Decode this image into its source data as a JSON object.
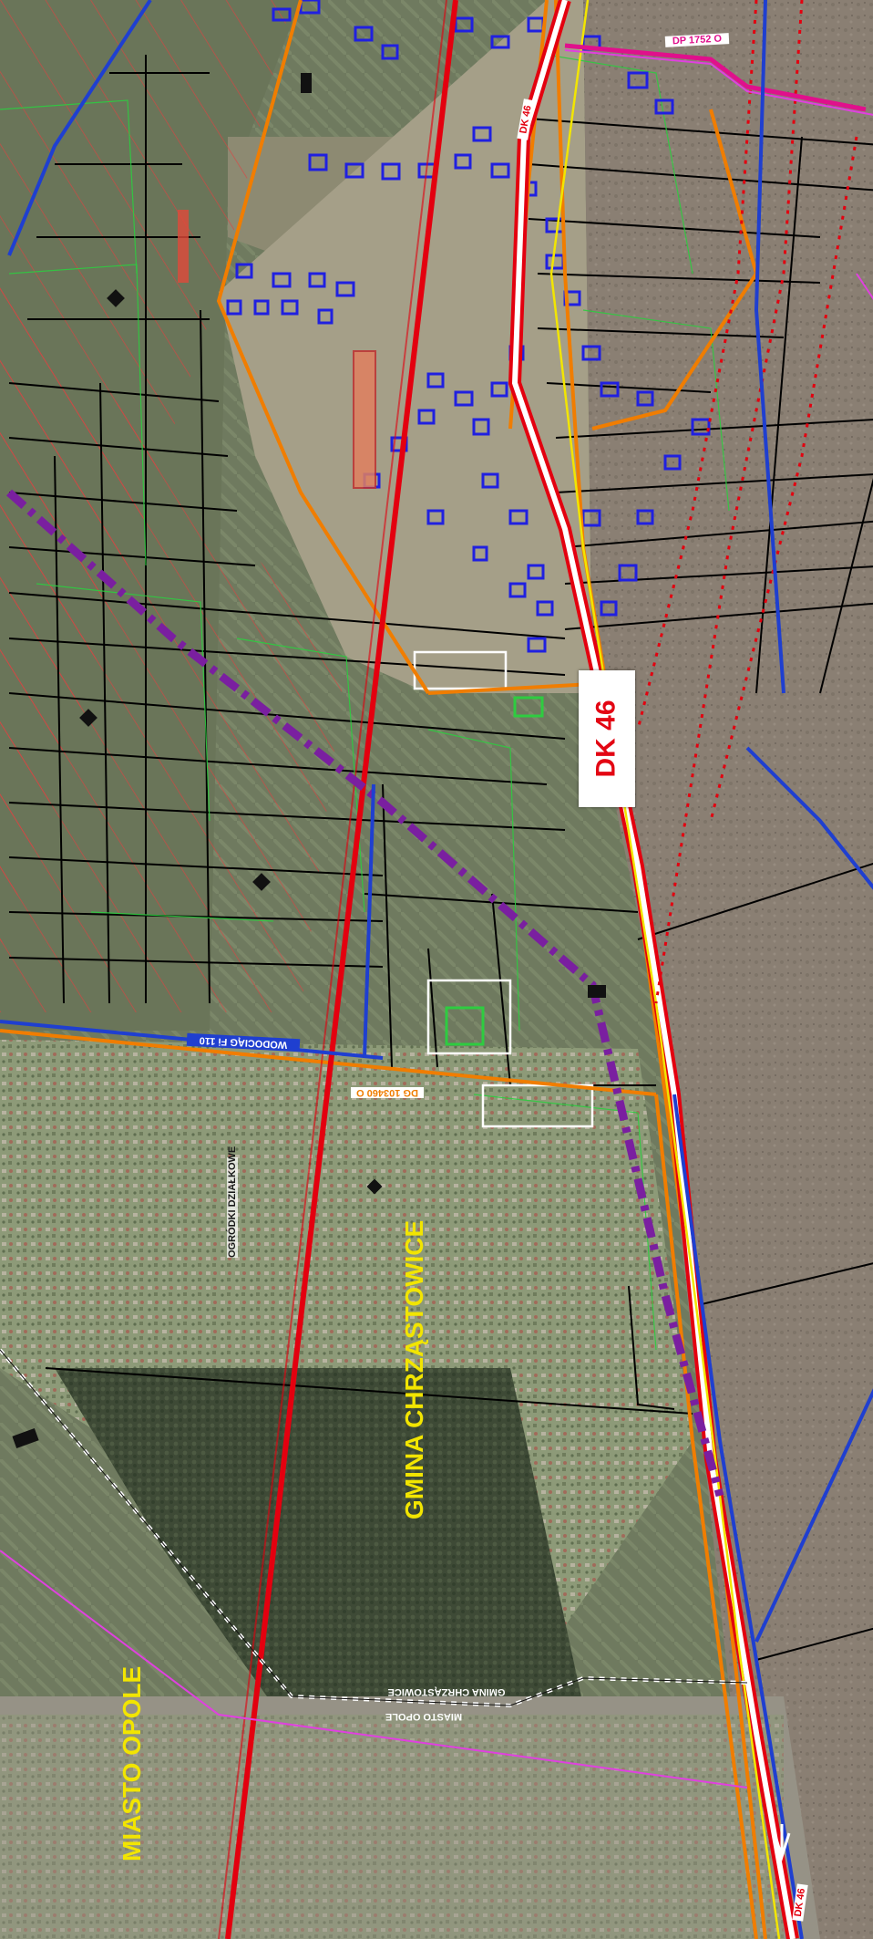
{
  "map": {
    "road_sign_label": "DK 46",
    "area_labels": {
      "municipality": "GMINA CHRZĄSTOWICE",
      "city": "MIASTO OPOLE",
      "allotments": "OGRÓDKI DZIAŁKOWE"
    },
    "boundary_labels": {
      "municipality_side": "GMINA CHRZĄSTOWICE",
      "city_side": "MIASTO OPOLE"
    },
    "line_labels": {
      "water_main": "WODOCIĄG Fi 110",
      "road_dk46_top": "DK 46",
      "road_dk46_bottom": "DK 46",
      "district_road": "DP 1752 O",
      "municipal_road": "DG 103460 O"
    },
    "colors": {
      "road_sign_text": "#e30613",
      "area_label": "#f2e500",
      "power_line": "#e3000f",
      "gas_line": "#7a1fa0",
      "water_line": "#1f3fd0",
      "boundary": "#f07d00",
      "buildings": "#2020e0",
      "parcels": "#000000"
    }
  }
}
